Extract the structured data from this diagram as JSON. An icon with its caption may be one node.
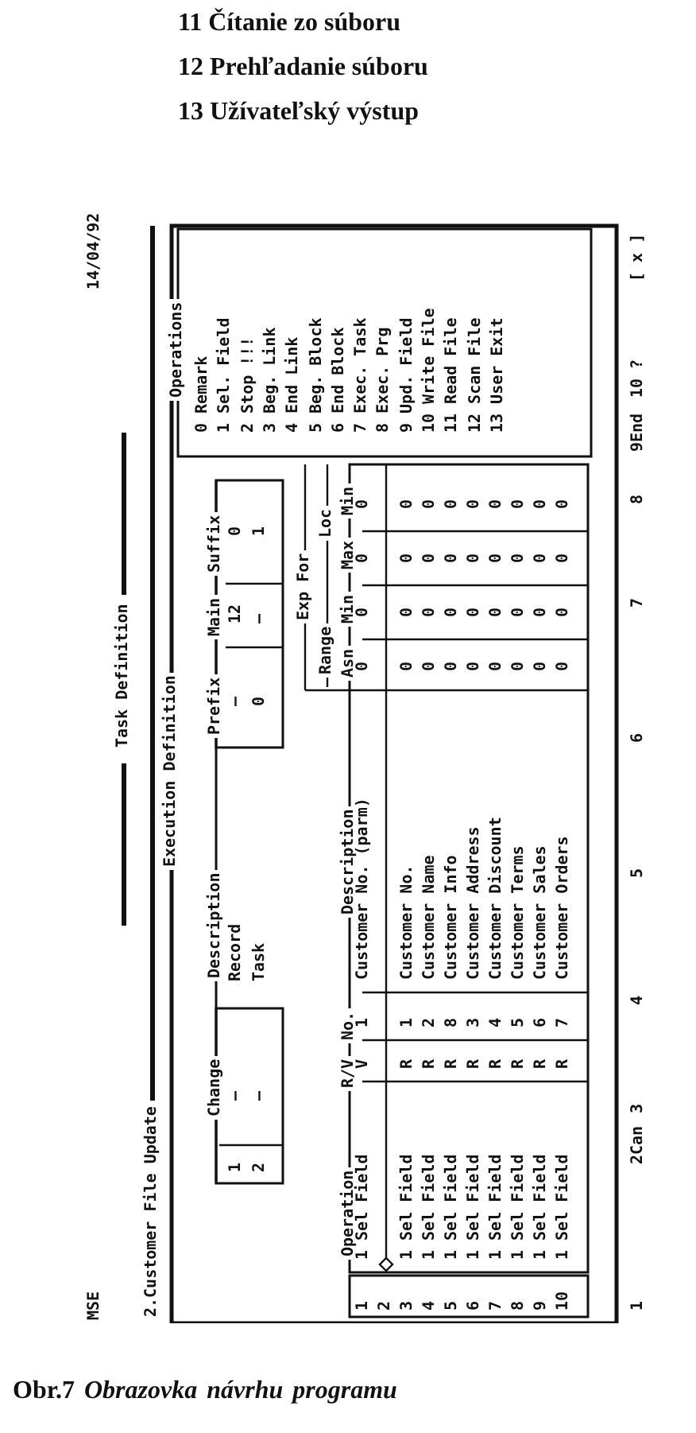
{
  "diagram": {
    "caption": "Obr.7 *Obrazovka návrhu programu*",
    "labels": [
      "11 Čítanie zo súboru",
      "12 Prehľadanie súboru",
      "13 Užívateľský výstup",
      "MSE",
      "Task Definition",
      "14/04/92",
      "2.Customer File Update",
      "Execution Definition",
      "Change",
      "Description",
      "Prefix",
      "Main",
      "Suffix",
      "1",
      "—",
      "Record",
      "—",
      "12",
      "0",
      "2",
      "—",
      "Task",
      "0",
      "—",
      "1",
      "Operations",
      "0 Remark",
      "1 Sel. Field",
      "2 Stop !!!",
      "3 Beg. Link",
      "4 End Link",
      "5 Beg. Block",
      "6 End Block",
      "7 Exec. Task",
      "8 Exec. Prg",
      "9 Upd. Field",
      "10 Write File",
      "11 Read File",
      "12 Scan File",
      "13 User Exit",
      "Operation",
      "R/V",
      "No.",
      "Description",
      "Exp For",
      "Range",
      "Loc",
      "Asn",
      "Min",
      "Max",
      "Min",
      "1",
      "1 Sel Field",
      "V",
      "1",
      "Customer No. (parm)",
      "0",
      "0",
      "0",
      "0",
      "2",
      "3",
      "1 Sel Field",
      "R",
      "1",
      "Customer No.",
      "0",
      "0",
      "0",
      "0",
      "4",
      "1 Sel Field",
      "R",
      "2",
      "Customer Name",
      "0",
      "0",
      "0",
      "0",
      "5",
      "1 Sel Field",
      "R",
      "8",
      "Customer Info",
      "0",
      "0",
      "0",
      "0",
      "6",
      "1 Sel Field",
      "R",
      "3",
      "Customer Address",
      "0",
      "0",
      "0",
      "0",
      "7",
      "1 Sel Field",
      "R",
      "4",
      "Customer Discount",
      "0",
      "0",
      "0",
      "0",
      "8",
      "1 Sel Field",
      "R",
      "5",
      "Customer Terms",
      "0",
      "0",
      "0",
      "0",
      "9",
      "1 Sel Field",
      "R",
      "6",
      "Customer Sales",
      "0",
      "0",
      "0",
      "0",
      "10",
      "1 Sel Field",
      "R",
      "7",
      "Customer Orders",
      "0",
      "0",
      "0",
      "0",
      "1",
      "2Can",
      "3",
      "4",
      "5",
      "6",
      "7",
      "8",
      "9End",
      "10 ?",
      "[ x ]"
    ]
  }
}
